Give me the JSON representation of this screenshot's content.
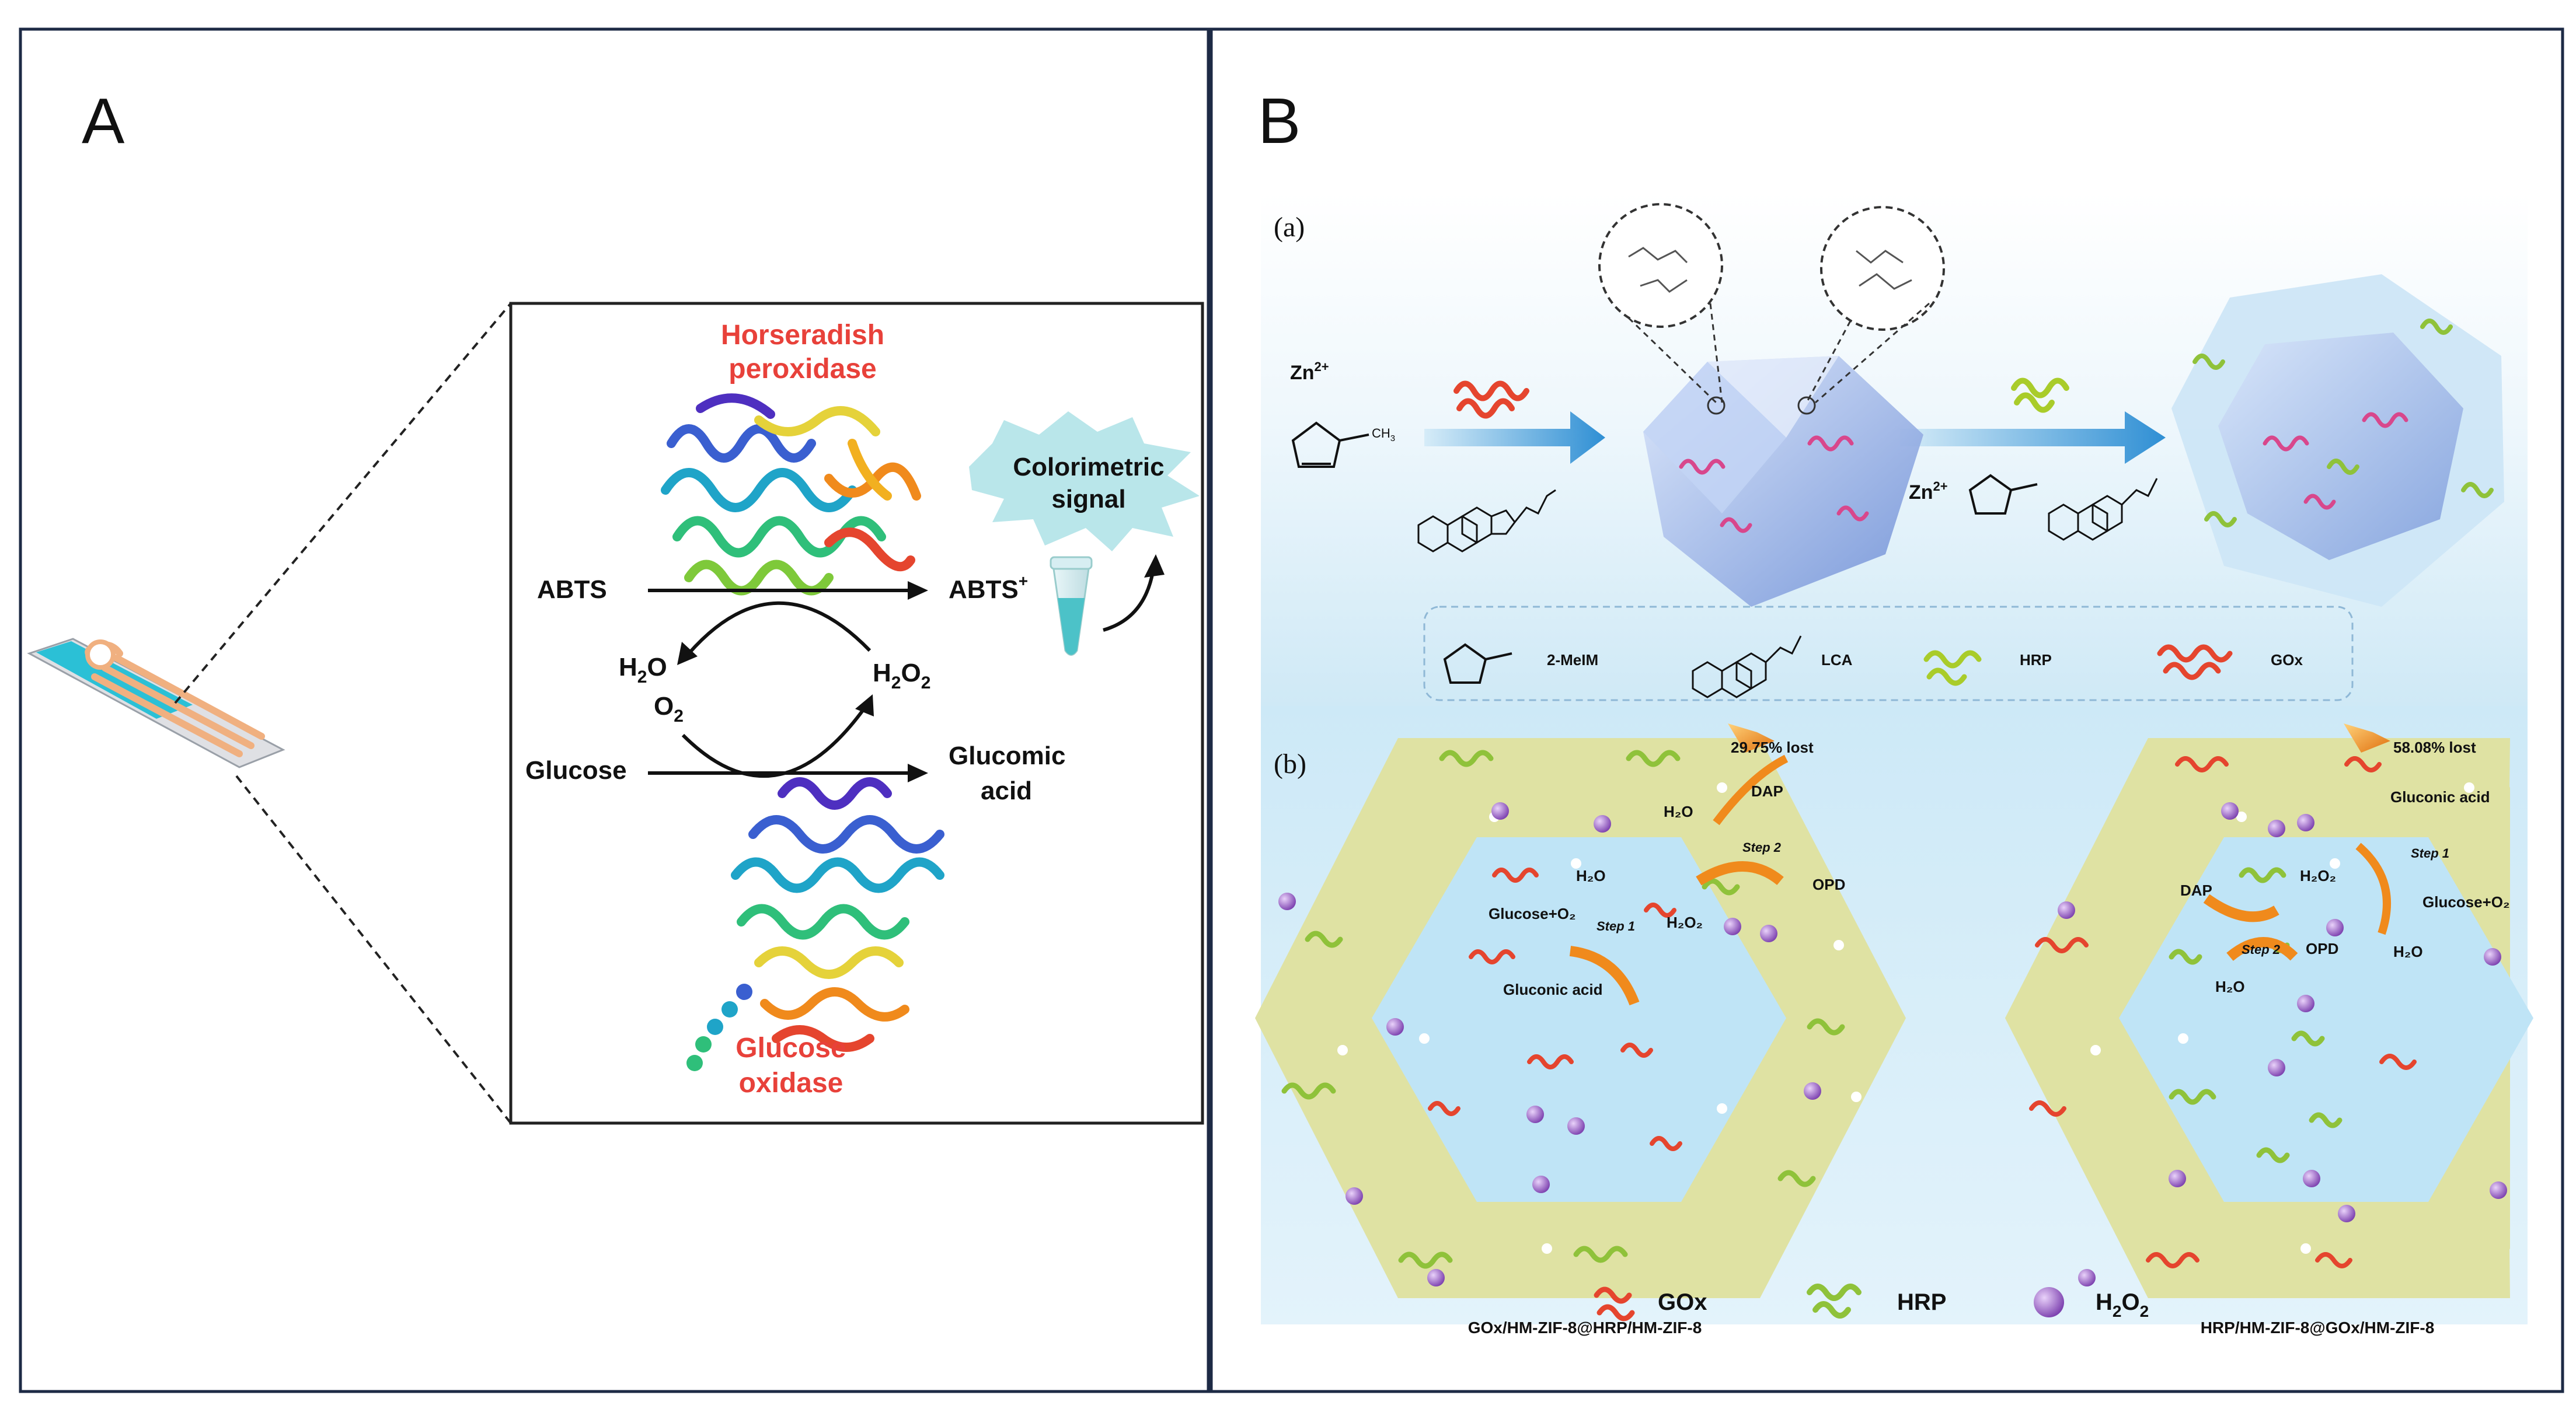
{
  "panel_a": {
    "label": "A",
    "hrp_title_1": "Horseradish",
    "hrp_title_2": "peroxidase",
    "gox_title_1": "Glucose",
    "gox_title_2": "oxidase",
    "abts": "ABTS",
    "abts_plus": "ABTS",
    "abts_plus_sup": "+",
    "h2o": "H",
    "h2o_sub": "2",
    "h2o_end": "O",
    "o2": "O",
    "o2_sub": "2",
    "h2o2": "H",
    "h2o2_sub1": "2",
    "h2o2_mid": "O",
    "h2o2_sub2": "2",
    "glucose": "Glucose",
    "glucomic_1": "Glucomic",
    "glucomic_2": "acid",
    "signal_1": "Colorimetric",
    "signal_2": "signal"
  },
  "panel_b": {
    "label": "B",
    "sub_a": "(a)",
    "sub_b": "(b)",
    "zn1": "Zn",
    "zn_sup": "2+",
    "zn2": "Zn",
    "ch3": "CH",
    "ch3_sub": "3",
    "legend_top": {
      "melm": "2-MeIM",
      "lca": "LCA",
      "hrp": "HRP",
      "gox": "GOx"
    },
    "left_hex": {
      "lost": "29.75% lost",
      "h2o_outer": "H₂O",
      "dap": "DAP",
      "step2": "Step 2",
      "opd": "OPD",
      "h2o_inner": "H₂O",
      "glucose_o2": "Glucose+O₂",
      "step1": "Step 1",
      "h2o2": "H₂O₂",
      "gluconic": "Gluconic acid",
      "caption": "GOx/HM-ZIF-8@HRP/HM-ZIF-8"
    },
    "right_hex": {
      "lost": "58.08% lost",
      "gluconic": "Gluconic acid",
      "step1": "Step 1",
      "glucose_o2": "Glucose+O₂",
      "h2o_outer": "H₂O",
      "h2o2": "H₂O₂",
      "dap": "DAP",
      "step2": "Step 2",
      "opd": "OPD",
      "h2o_inner": "H₂O",
      "caption": "HRP/HM-ZIF-8@GOx/HM-ZIF-8"
    },
    "legend_bottom": {
      "gox": "GOx",
      "hrp": "HRP",
      "h2o2": "H",
      "h2o2_sub1": "2",
      "h2o2_mid": "O",
      "h2o2_sub2": "2"
    }
  },
  "colors": {
    "enzyme_label": "#e8413a",
    "signal_bubble": "#b9e6ea",
    "ribbon_green": "#7fc63a",
    "ribbon_red": "#e5452e",
    "hex_yellow": "#dfe2a3",
    "hex_blue": "#bfe4f6",
    "arrow_blue": "#3a9ad8",
    "arrow_orange": "#f08a1c",
    "sphere": "#9a5ac4"
  }
}
